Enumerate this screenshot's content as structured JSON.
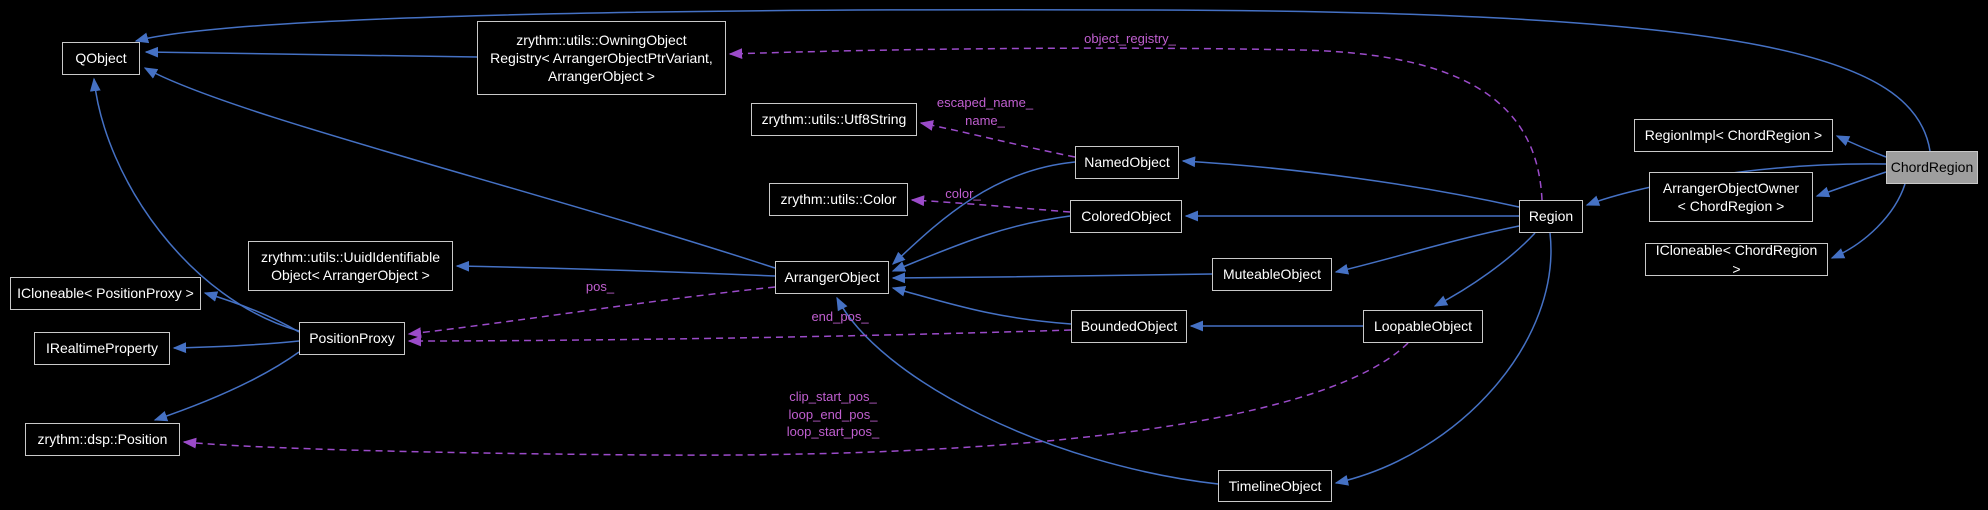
{
  "nodes": {
    "qobject": "QObject",
    "owning_registry": "zrythm::utils::OwningObject\nRegistry< ArrangerObjectPtrVariant,\nArrangerObject >",
    "utf8string": "zrythm::utils::Utf8String",
    "color": "zrythm::utils::Color",
    "uuid_identifiable": "zrythm::utils::UuidIdentifiable\nObject< ArrangerObject >",
    "icloneable_positionproxy": "ICloneable< PositionProxy >",
    "irealtimeproperty": "IRealtimeProperty",
    "positionproxy": "PositionProxy",
    "dsp_position": "zrythm::dsp::Position",
    "arrangerobject": "ArrangerObject",
    "namedobject": "NamedObject",
    "coloredobject": "ColoredObject",
    "muteableobject": "MuteableObject",
    "boundedobject": "BoundedObject",
    "loopableobject": "LoopableObject",
    "timelineobject": "TimelineObject",
    "region": "Region",
    "regionimpl": "RegionImpl< ChordRegion >",
    "arrangerobjectowner": "ArrangerObjectOwner\n< ChordRegion >",
    "icloneable_chordregion": "ICloneable< ChordRegion >",
    "chordregion": "ChordRegion"
  },
  "edge_labels": {
    "object_registry": "object_registry_",
    "name": "escaped_name_\nname_",
    "color": "color_",
    "pos": "pos_",
    "end_pos": "end_pos_",
    "loop_positions": "clip_start_pos_\nloop_end_pos_\nloop_start_pos_"
  },
  "colors": {
    "background": "#000000",
    "node_border": "#c9c9c9",
    "node_text": "#ffffff",
    "highlight_fill": "#9e9e9e",
    "inheritance_edge": "#4571c4",
    "usage_edge": "#9b4bc9",
    "edge_label_text": "#c05fd0"
  }
}
